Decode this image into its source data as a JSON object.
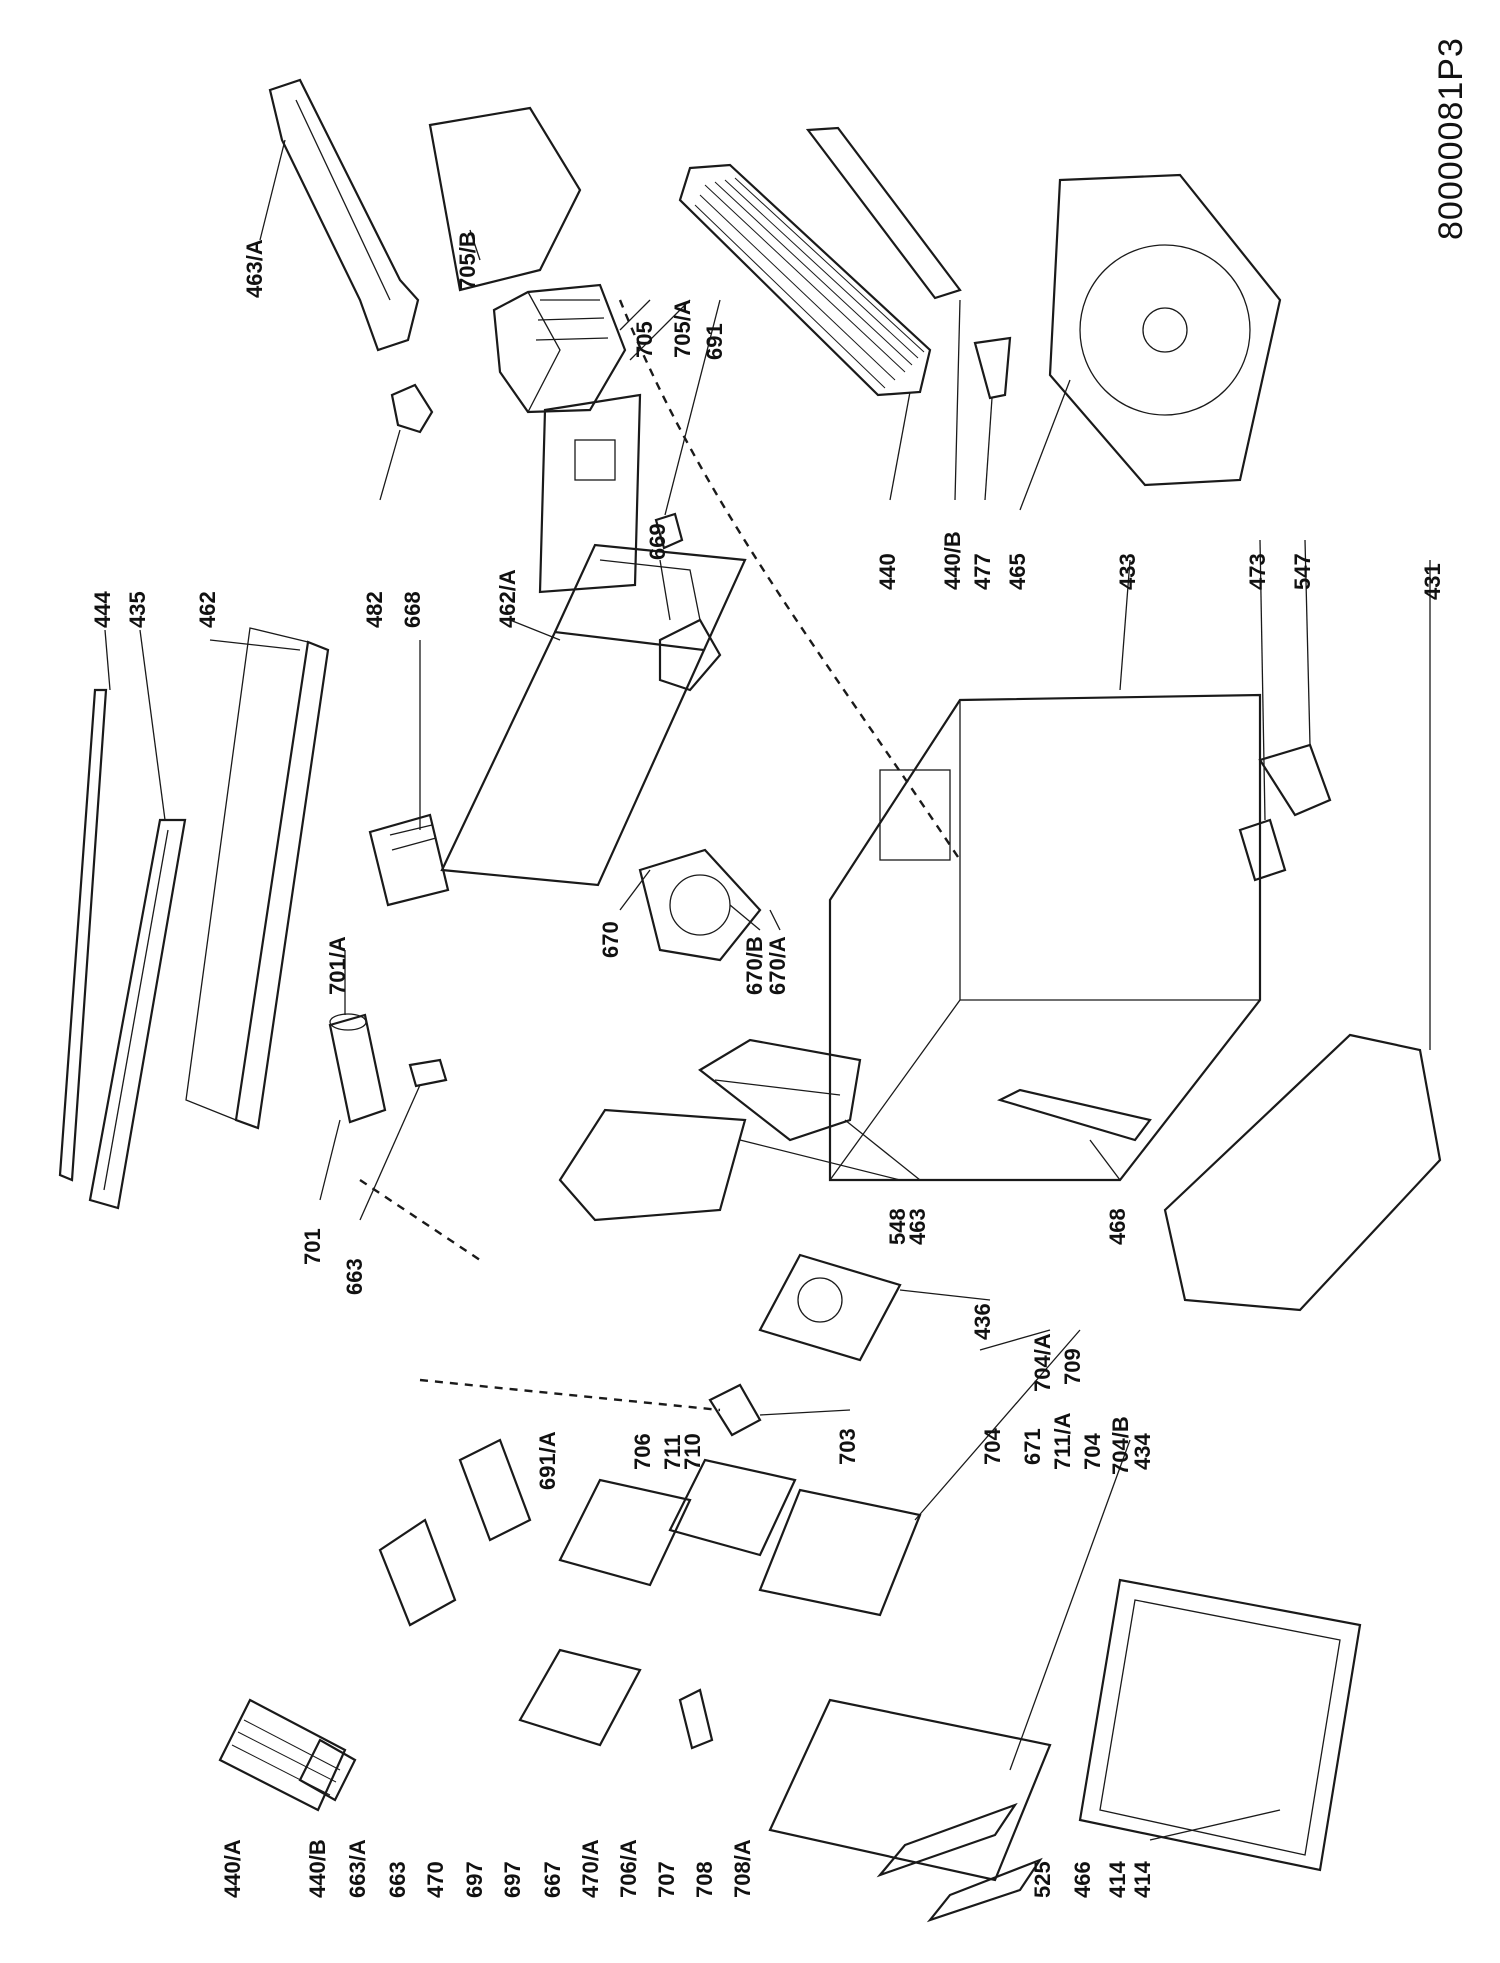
{
  "document_id": "80000081P3",
  "labels": {
    "l444": "444",
    "l435": "435",
    "l462": "462",
    "l482": "482",
    "l668": "668",
    "l462a": "462/A",
    "l669": "669",
    "l440": "440",
    "l440b_r": "440/B",
    "l477": "477",
    "l465": "465",
    "l433": "433",
    "l473": "473",
    "l547": "547",
    "l431": "431",
    "l463a": "463/A",
    "l705b": "705/B",
    "l705": "705",
    "l705a": "705/A",
    "l691": "691",
    "l670": "670",
    "l670b": "670/B",
    "l670a": "670/A",
    "l701a": "701/A",
    "l701": "701",
    "l663": "663",
    "l703": "703",
    "l548": "548",
    "l463": "463",
    "l436": "436",
    "l704a": "704/A",
    "l709": "709",
    "l468": "468",
    "l691a": "691/A",
    "l706": "706",
    "l711": "711",
    "l710": "710",
    "l704": "704",
    "l671": "671",
    "l711a": "711/A",
    "l704_2": "704",
    "l704b": "704/B",
    "l434": "434",
    "l440a": "440/A",
    "l440b_l": "440/B",
    "l663a": "663/A",
    "l663_b": "663",
    "l470": "470",
    "l697": "697",
    "l697_2": "697",
    "l667": "667",
    "l470a": "470/A",
    "l706a": "706/A",
    "l707": "707",
    "l708": "708",
    "l708a": "708/A",
    "l525": "525",
    "l466": "466",
    "l414": "414",
    "l414_2": "414"
  }
}
